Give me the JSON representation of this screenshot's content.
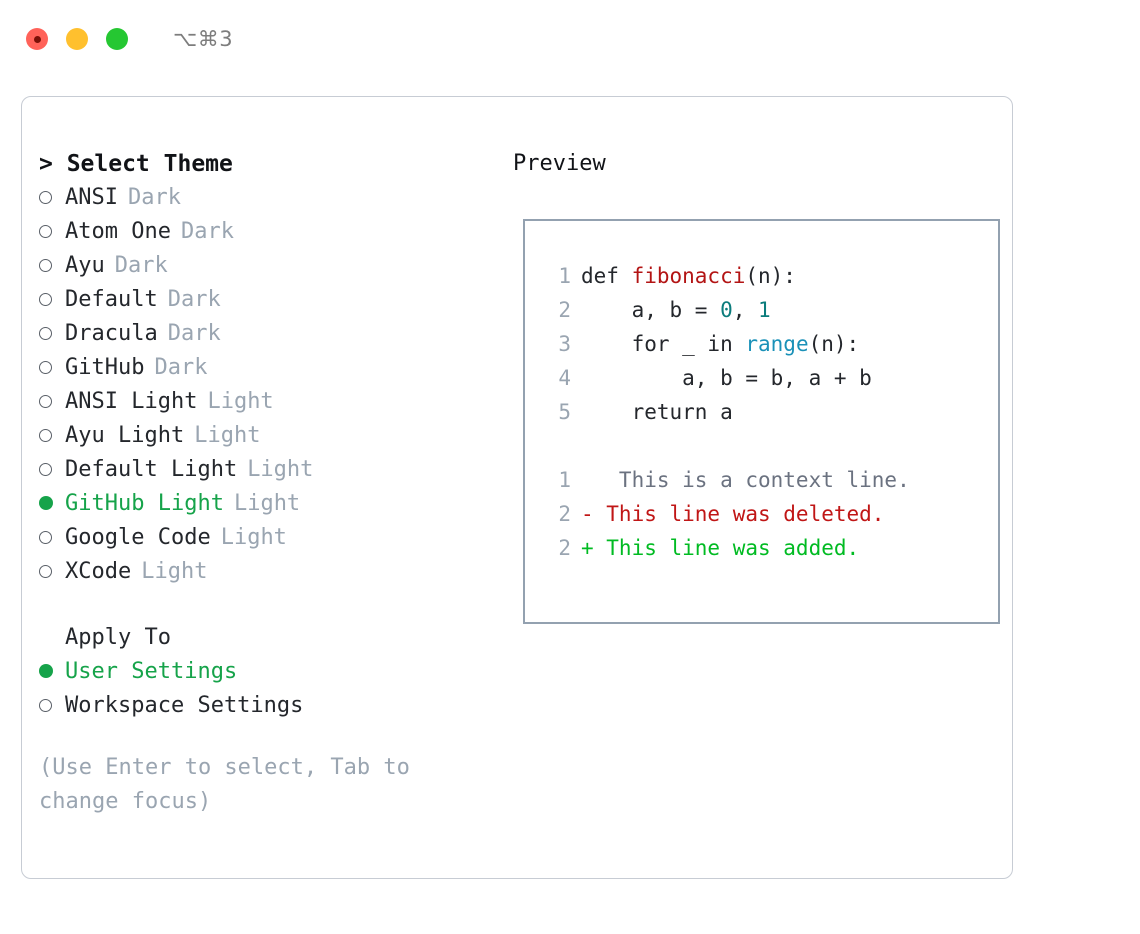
{
  "titlebar": {
    "shortcut": "⌥⌘3",
    "buttons": [
      "close",
      "minimize",
      "zoom"
    ]
  },
  "left": {
    "header": "> Select Theme",
    "themes": [
      {
        "marker": "○",
        "selected": false,
        "label": "ANSI",
        "tag": "Dark"
      },
      {
        "marker": "○",
        "selected": false,
        "label": "Atom One",
        "tag": "Dark"
      },
      {
        "marker": "○",
        "selected": false,
        "label": "Ayu",
        "tag": "Dark"
      },
      {
        "marker": "○",
        "selected": false,
        "label": "Default",
        "tag": "Dark"
      },
      {
        "marker": "○",
        "selected": false,
        "label": "Dracula",
        "tag": "Dark"
      },
      {
        "marker": "○",
        "selected": false,
        "label": "GitHub",
        "tag": "Dark"
      },
      {
        "marker": "○",
        "selected": false,
        "label": "ANSI Light",
        "tag": "Light"
      },
      {
        "marker": "○",
        "selected": false,
        "label": "Ayu Light",
        "tag": "Light"
      },
      {
        "marker": "○",
        "selected": false,
        "label": "Default Light",
        "tag": "Light"
      },
      {
        "marker": "●",
        "selected": true,
        "label": "GitHub Light",
        "tag": "Light"
      },
      {
        "marker": "○",
        "selected": false,
        "label": "Google Code",
        "tag": "Light"
      },
      {
        "marker": "○",
        "selected": false,
        "label": "XCode",
        "tag": "Light"
      }
    ],
    "apply_to_header": "Apply To",
    "apply_to": [
      {
        "marker": "●",
        "selected": true,
        "label": "User Settings"
      },
      {
        "marker": "○",
        "selected": false,
        "label": "Workspace Settings"
      }
    ],
    "hint": "(Use Enter to select, Tab to change focus)"
  },
  "preview": {
    "title": "Preview",
    "code": [
      {
        "lineno": "1",
        "parts": [
          {
            "text": "def ",
            "style": "plain"
          },
          {
            "text": "fibonacci",
            "style": "fn"
          },
          {
            "text": "(n):",
            "style": "plain"
          }
        ]
      },
      {
        "lineno": "2",
        "parts": [
          {
            "text": "    a, b = ",
            "style": "plain"
          },
          {
            "text": "0",
            "style": "num"
          },
          {
            "text": ", ",
            "style": "plain"
          },
          {
            "text": "1",
            "style": "num"
          }
        ]
      },
      {
        "lineno": "3",
        "parts": [
          {
            "text": "    for _ in ",
            "style": "plain"
          },
          {
            "text": "range",
            "style": "builtin"
          },
          {
            "text": "(n):",
            "style": "plain"
          }
        ]
      },
      {
        "lineno": "4",
        "parts": [
          {
            "text": "        a, b = b, a + b",
            "style": "plain"
          }
        ]
      },
      {
        "lineno": "5",
        "parts": [
          {
            "text": "    return a",
            "style": "plain"
          }
        ]
      }
    ],
    "diff": [
      {
        "lineno": "1",
        "sign": " ",
        "text": "  This is a context line.",
        "kind": "ctx"
      },
      {
        "lineno": "2",
        "sign": "-",
        "text": " This line was deleted.",
        "kind": "del"
      },
      {
        "lineno": "2",
        "sign": "+",
        "text": " This line was added.",
        "kind": "add"
      }
    ]
  },
  "colors": {
    "accent_green": "#16a34a",
    "muted": "#9aa5b1",
    "diff_added": "#00bb22",
    "diff_deleted": "#c01616",
    "syntax_function": "#b31414",
    "syntax_number": "#0b7c7c",
    "syntax_builtin": "#1a91b8",
    "border": "#c7ccd4",
    "preview_border": "#93a1b0"
  }
}
